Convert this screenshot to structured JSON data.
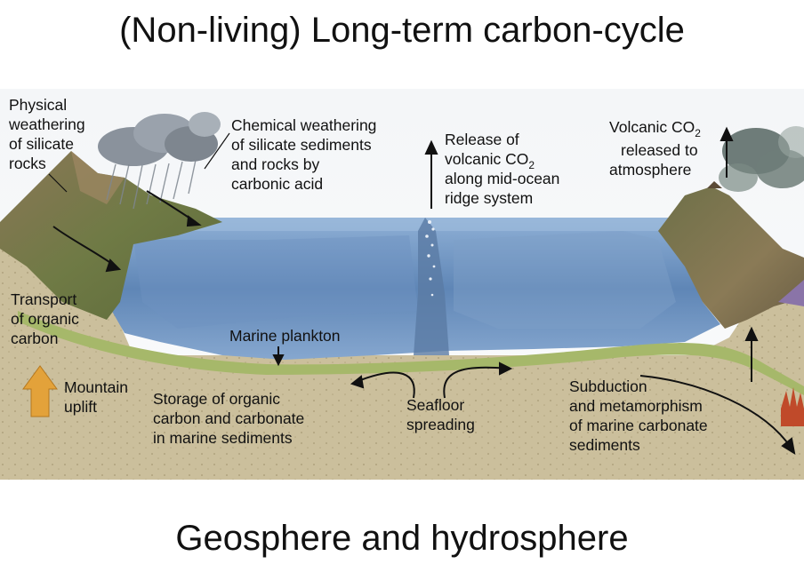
{
  "title": "(Non-living) Long-term carbon-cycle",
  "footer": "Geosphere and hydrosphere",
  "labels": {
    "physical_weathering": [
      "Physical",
      "weathering",
      "of silicate",
      "rocks"
    ],
    "chemical_weathering": [
      "Chemical weathering",
      "of silicate sediments",
      "and rocks by",
      "carbonic acid"
    ],
    "release_volcanic": [
      "Release of",
      "volcanic CO",
      "along mid-ocean",
      "ridge system"
    ],
    "release_volcanic_sub": "2",
    "volcanic_released": [
      "Volcanic CO",
      "released to",
      "atmosphere"
    ],
    "volcanic_released_sub": "2",
    "transport_organic": [
      "Transport",
      "of organic",
      "carbon"
    ],
    "marine_plankton": "Marine plankton",
    "mountain_uplift": [
      "Mountain",
      "uplift"
    ],
    "storage": [
      "Storage of organic",
      "carbon and carbonate",
      "in marine sediments"
    ],
    "seafloor": [
      "Seafloor",
      "spreading"
    ],
    "subduction": [
      "Subduction",
      "and metamorphism",
      "of marine carbonate",
      "sediments"
    ]
  },
  "colors": {
    "ocean": "#5f86b6",
    "sediment": "#cbbf9c",
    "plankton_layer": "#a6b86a",
    "mountain": "#7d6a4e",
    "uplift_arrow": "#e3a23a"
  }
}
